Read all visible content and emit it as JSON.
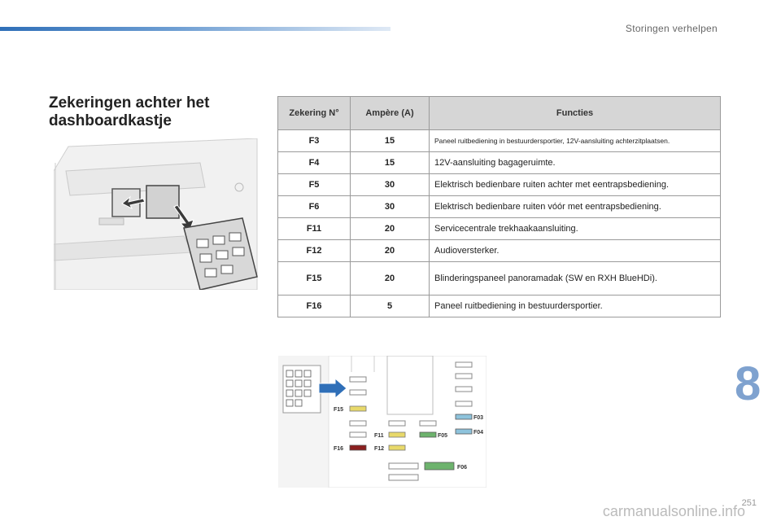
{
  "header": {
    "section": "Storingen verhelpen"
  },
  "title": "Zekeringen achter het dashboardkastje",
  "table": {
    "headers": {
      "fuse": "Zekering N°",
      "amp": "Ampère (A)",
      "func": "Functies"
    },
    "rows": [
      {
        "fuse": "F3",
        "amp": "15",
        "func": "Paneel ruitbediening in bestuurdersportier, 12V-aansluiting achterzitplaatsen."
      },
      {
        "fuse": "F4",
        "amp": "15",
        "func": "12V-aansluiting bagageruimte."
      },
      {
        "fuse": "F5",
        "amp": "30",
        "func": "Elektrisch bedienbare ruiten achter met eentrapsbediening."
      },
      {
        "fuse": "F6",
        "amp": "30",
        "func": "Elektrisch bedienbare ruiten vóór met eentrapsbediening."
      },
      {
        "fuse": "F11",
        "amp": "20",
        "func": "Servicecentrale trekhaakaansluiting."
      },
      {
        "fuse": "F12",
        "amp": "20",
        "func": "Audioversterker."
      },
      {
        "fuse": "F15",
        "amp": "20",
        "func": "Blinderingspaneel panoramadak (SW en RXH BlueHDi)."
      },
      {
        "fuse": "F16",
        "amp": "5",
        "func": "Paneel ruitbediening in bestuurdersportier."
      }
    ]
  },
  "diagram": {
    "labels": {
      "f15": "F15",
      "f16": "F16",
      "f11": "F11",
      "f12": "F12",
      "f05": "F05",
      "f03": "F03",
      "f04": "F04",
      "f06": "F06"
    }
  },
  "chapter": "8",
  "page": "251",
  "watermark": "carmanualsonline.info",
  "colors": {
    "accent": "#2f6fb8",
    "chapter": "#7fa2cf",
    "yellow": "#e8d96a",
    "green": "#6db36d",
    "blue": "#8ec3dc",
    "red": "#8b1f1f"
  }
}
